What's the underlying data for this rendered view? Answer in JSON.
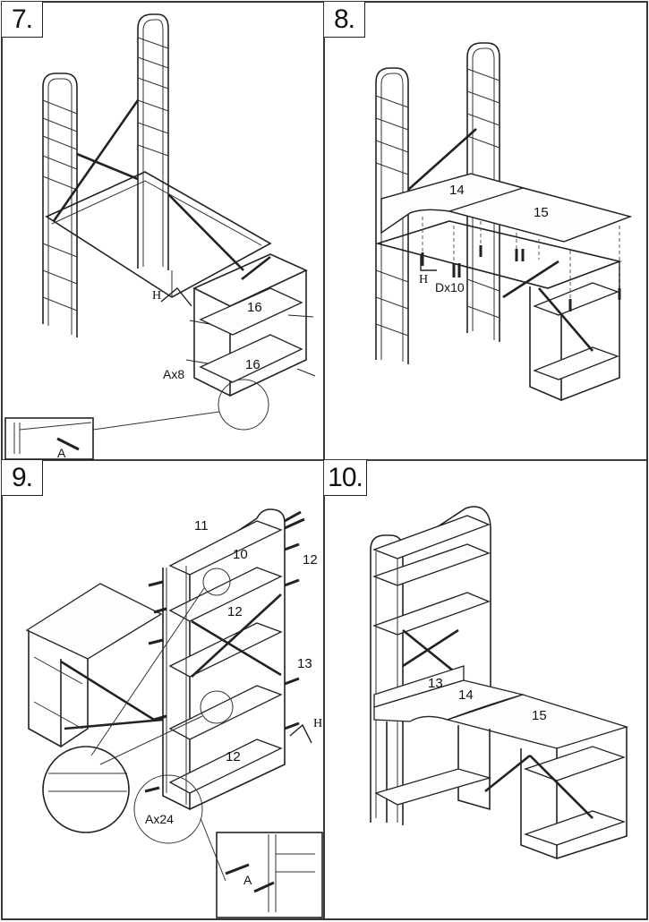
{
  "steps": [
    {
      "number": "7.",
      "labels": {
        "hex_key": "H",
        "part_a": "16",
        "part_b": "16",
        "screws": "Ax8",
        "detail_screw": "A"
      }
    },
    {
      "number": "8.",
      "labels": {
        "part_a": "14",
        "part_b": "15",
        "hex_key": "H",
        "screws": "Dx10"
      }
    },
    {
      "number": "9.",
      "labels": {
        "part_11": "11",
        "part_10": "10",
        "part_12_side": "12",
        "part_12_top": "12",
        "part_13": "13",
        "part_12_bottom": "12",
        "hex_key": "H",
        "screws": "Ax24",
        "detail_screw": "A"
      }
    },
    {
      "number": "10.",
      "labels": {
        "part_13": "13",
        "part_14": "14",
        "part_15": "15"
      }
    }
  ]
}
